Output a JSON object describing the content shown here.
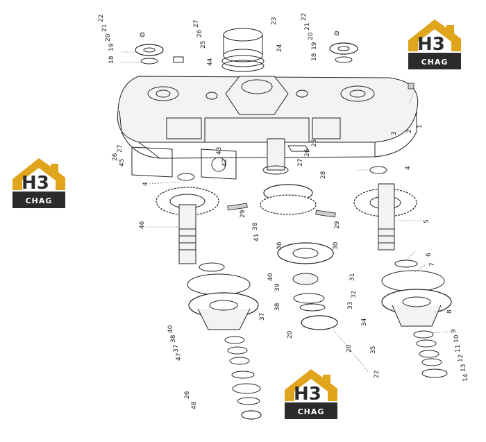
{
  "logo": {
    "mark": "H3",
    "text": "CHAG"
  },
  "part_labels": [
    "22",
    "21",
    "20",
    "19",
    "18",
    "27",
    "26",
    "25",
    "23",
    "24",
    "44",
    "22",
    "21",
    "20",
    "19",
    "18",
    "3",
    "2",
    "1",
    "27",
    "26",
    "45",
    "43",
    "42",
    "25",
    "26",
    "27",
    "4",
    "4",
    "28",
    "46",
    "29",
    "38",
    "41",
    "29",
    "5",
    "30",
    "6",
    "7",
    "39",
    "40",
    "31",
    "32",
    "33",
    "8",
    "40",
    "38",
    "37",
    "47",
    "36",
    "20",
    "34",
    "38",
    "37",
    "20",
    "9",
    "10",
    "11",
    "12",
    "13",
    "14",
    "35",
    "22",
    "26",
    "48"
  ],
  "colors": {
    "logo_roof": "#e0a51c",
    "logo_dark": "#2b2b2b",
    "line": "#222222"
  }
}
